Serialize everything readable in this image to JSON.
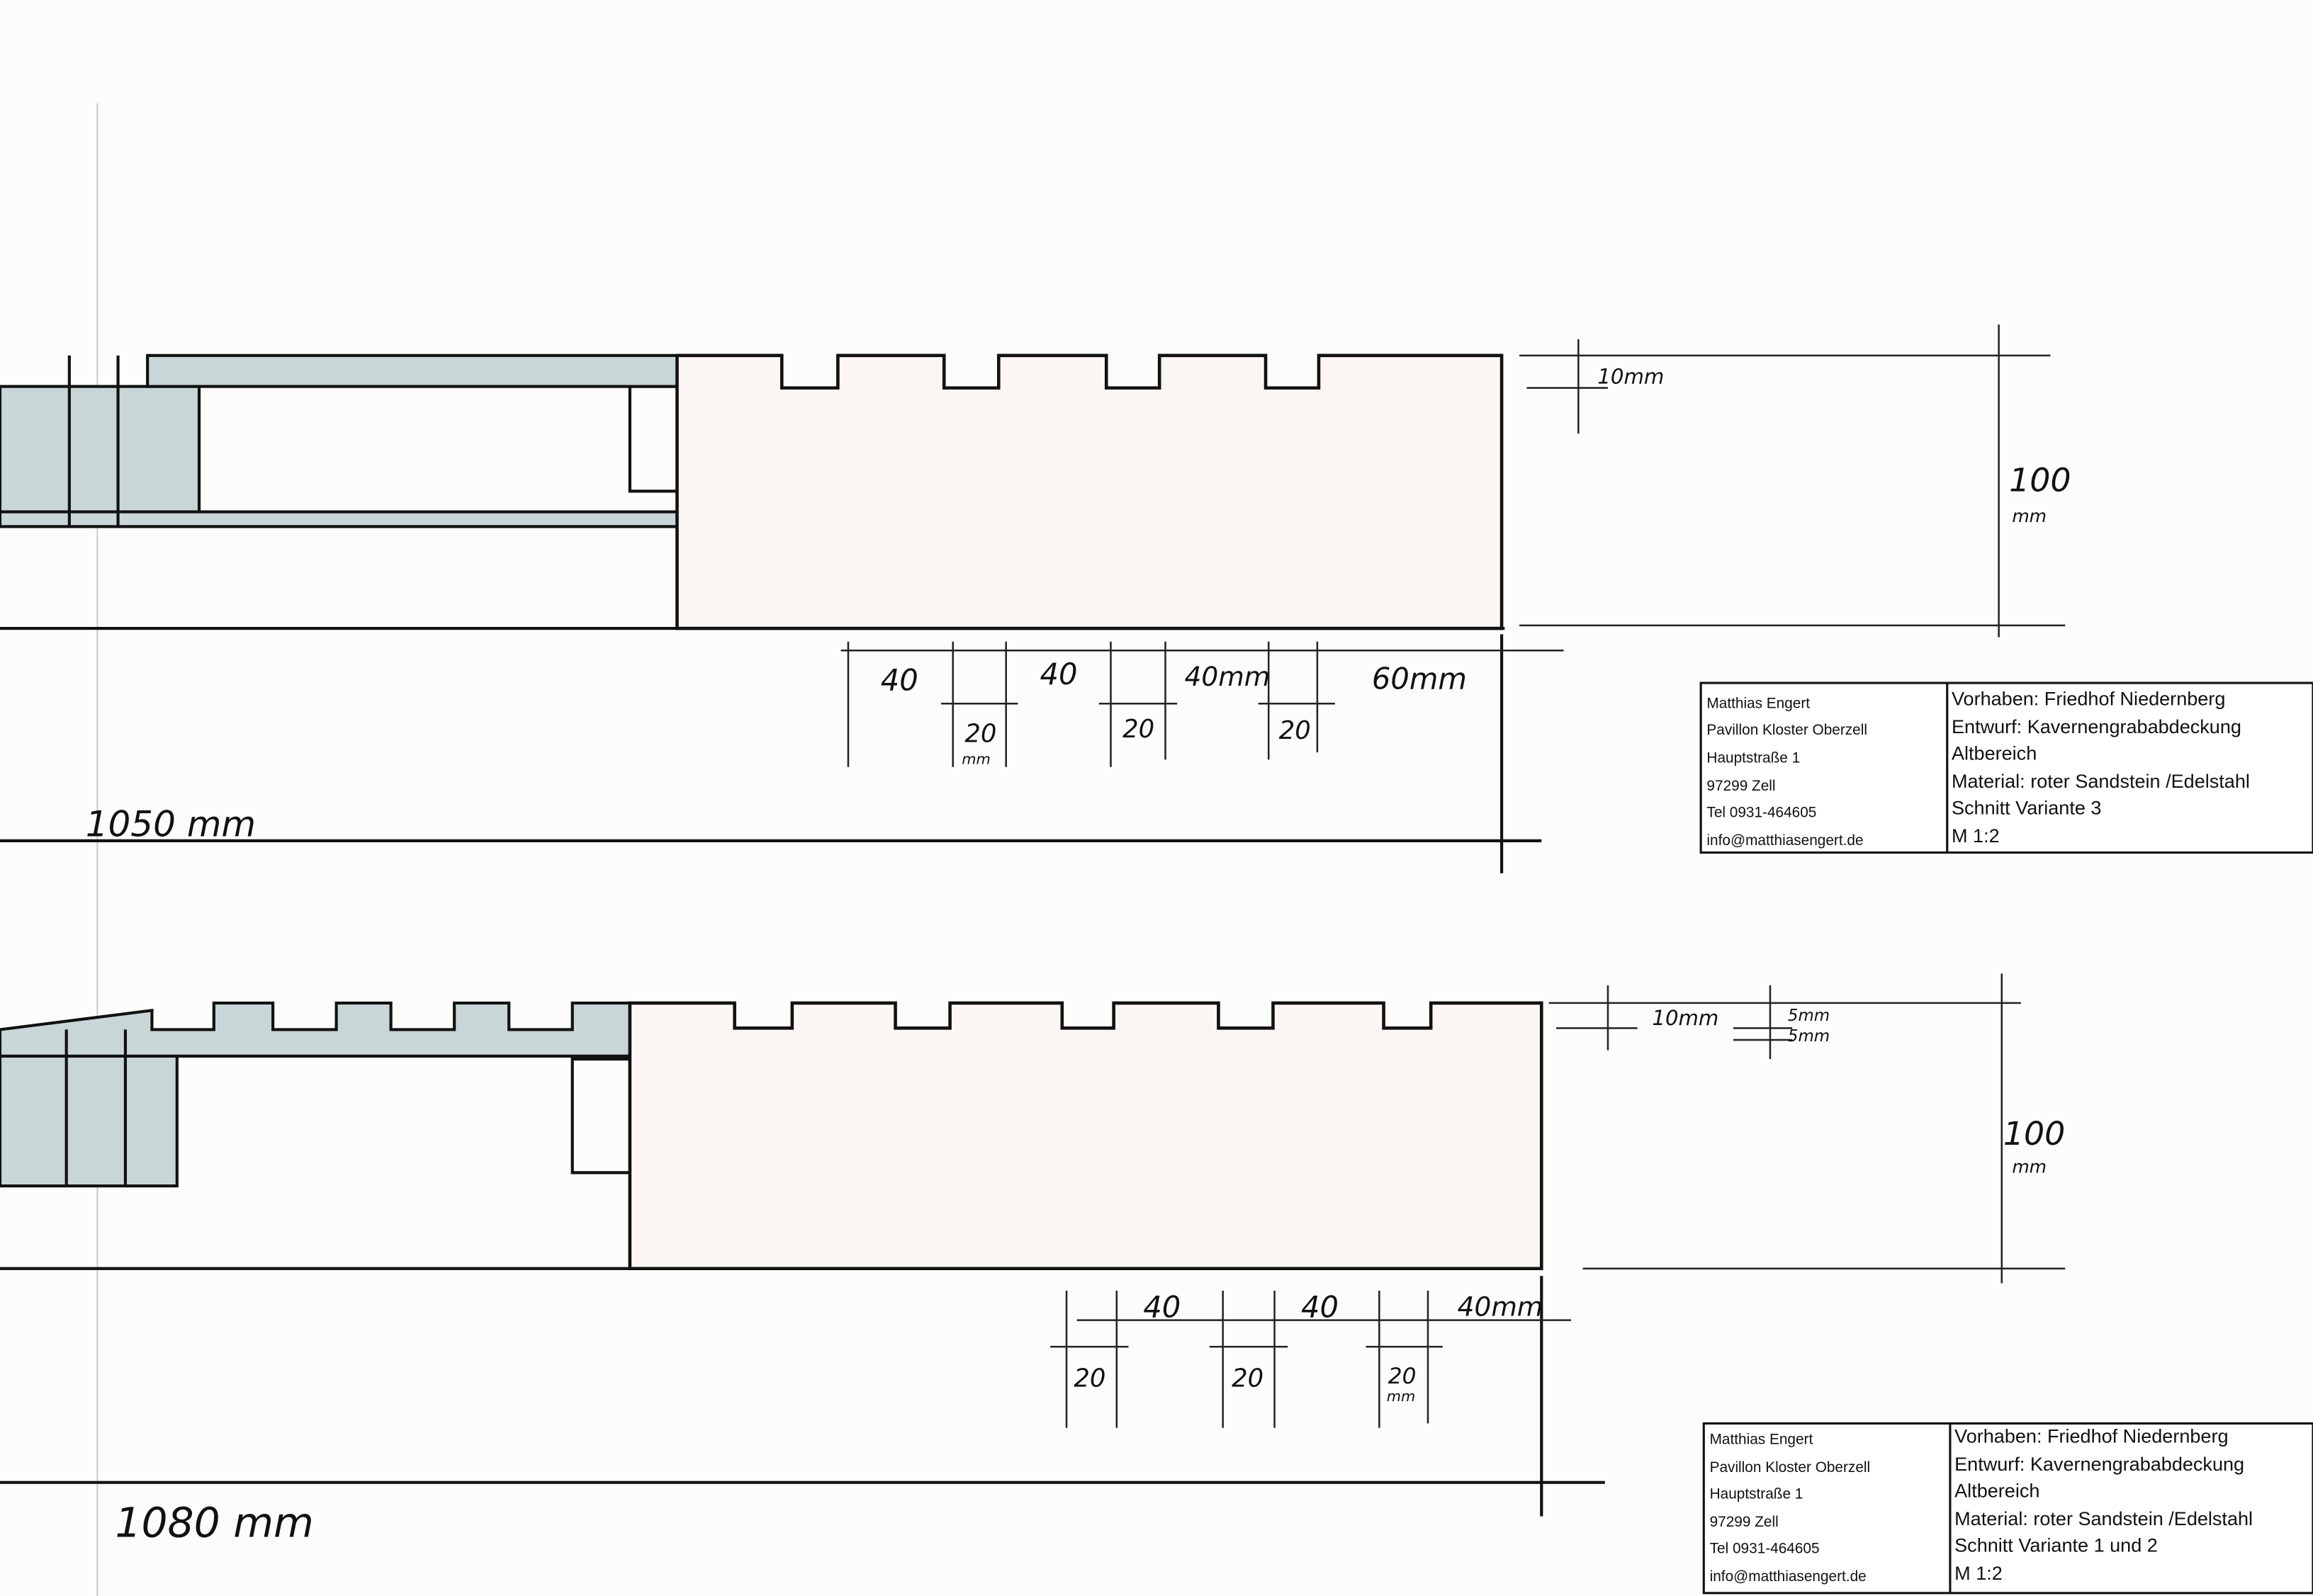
{
  "drawing_top": {
    "dims": {
      "notch_depth": "10mm",
      "height_num": "100",
      "height_unit": "mm",
      "d1": "40",
      "d2": "40",
      "d3": "40mm",
      "d4": "60mm",
      "w1": "20",
      "w1_unit": "mm",
      "w2": "20",
      "w3": "20",
      "total": "1050 mm"
    },
    "title_block": {
      "left": [
        "Matthias Engert",
        "Pavillon Kloster Oberzell",
        "Hauptstraße 1",
        "97299 Zell",
        "Tel 0931-464605",
        "info@matthiasengert.de"
      ],
      "right": [
        "Vorhaben: Friedhof Niedernberg",
        "Entwurf:  Kavernengrababdeckung",
        "Altbereich",
        "Material:  roter Sandstein  /Edelstahl",
        "Schnitt Variante 3",
        "M  1:2"
      ]
    }
  },
  "drawing_bottom": {
    "dims": {
      "notch_depth": "10mm",
      "small1": "5mm",
      "small2": "5mm",
      "height_num": "100",
      "height_unit": "mm",
      "d1": "40",
      "d2": "40",
      "d3": "40mm",
      "w1": "20",
      "w2": "20",
      "w3": "20",
      "w3_unit": "mm",
      "total": "1080 mm"
    },
    "title_block": {
      "left": [
        "Matthias Engert",
        "Pavillon Kloster Oberzell",
        "Hauptstraße 1",
        "97299 Zell",
        "Tel 0931-464605",
        "info@matthiasengert.de"
      ],
      "right": [
        "Vorhaben: Friedhof Niedernberg",
        "Entwurf:  Kavernengrababdeckung",
        "Altbereich",
        "Material:  roter Sandstein  /Edelstahl",
        "Schnitt Variante 1 und 2",
        "M  1:2"
      ]
    }
  }
}
